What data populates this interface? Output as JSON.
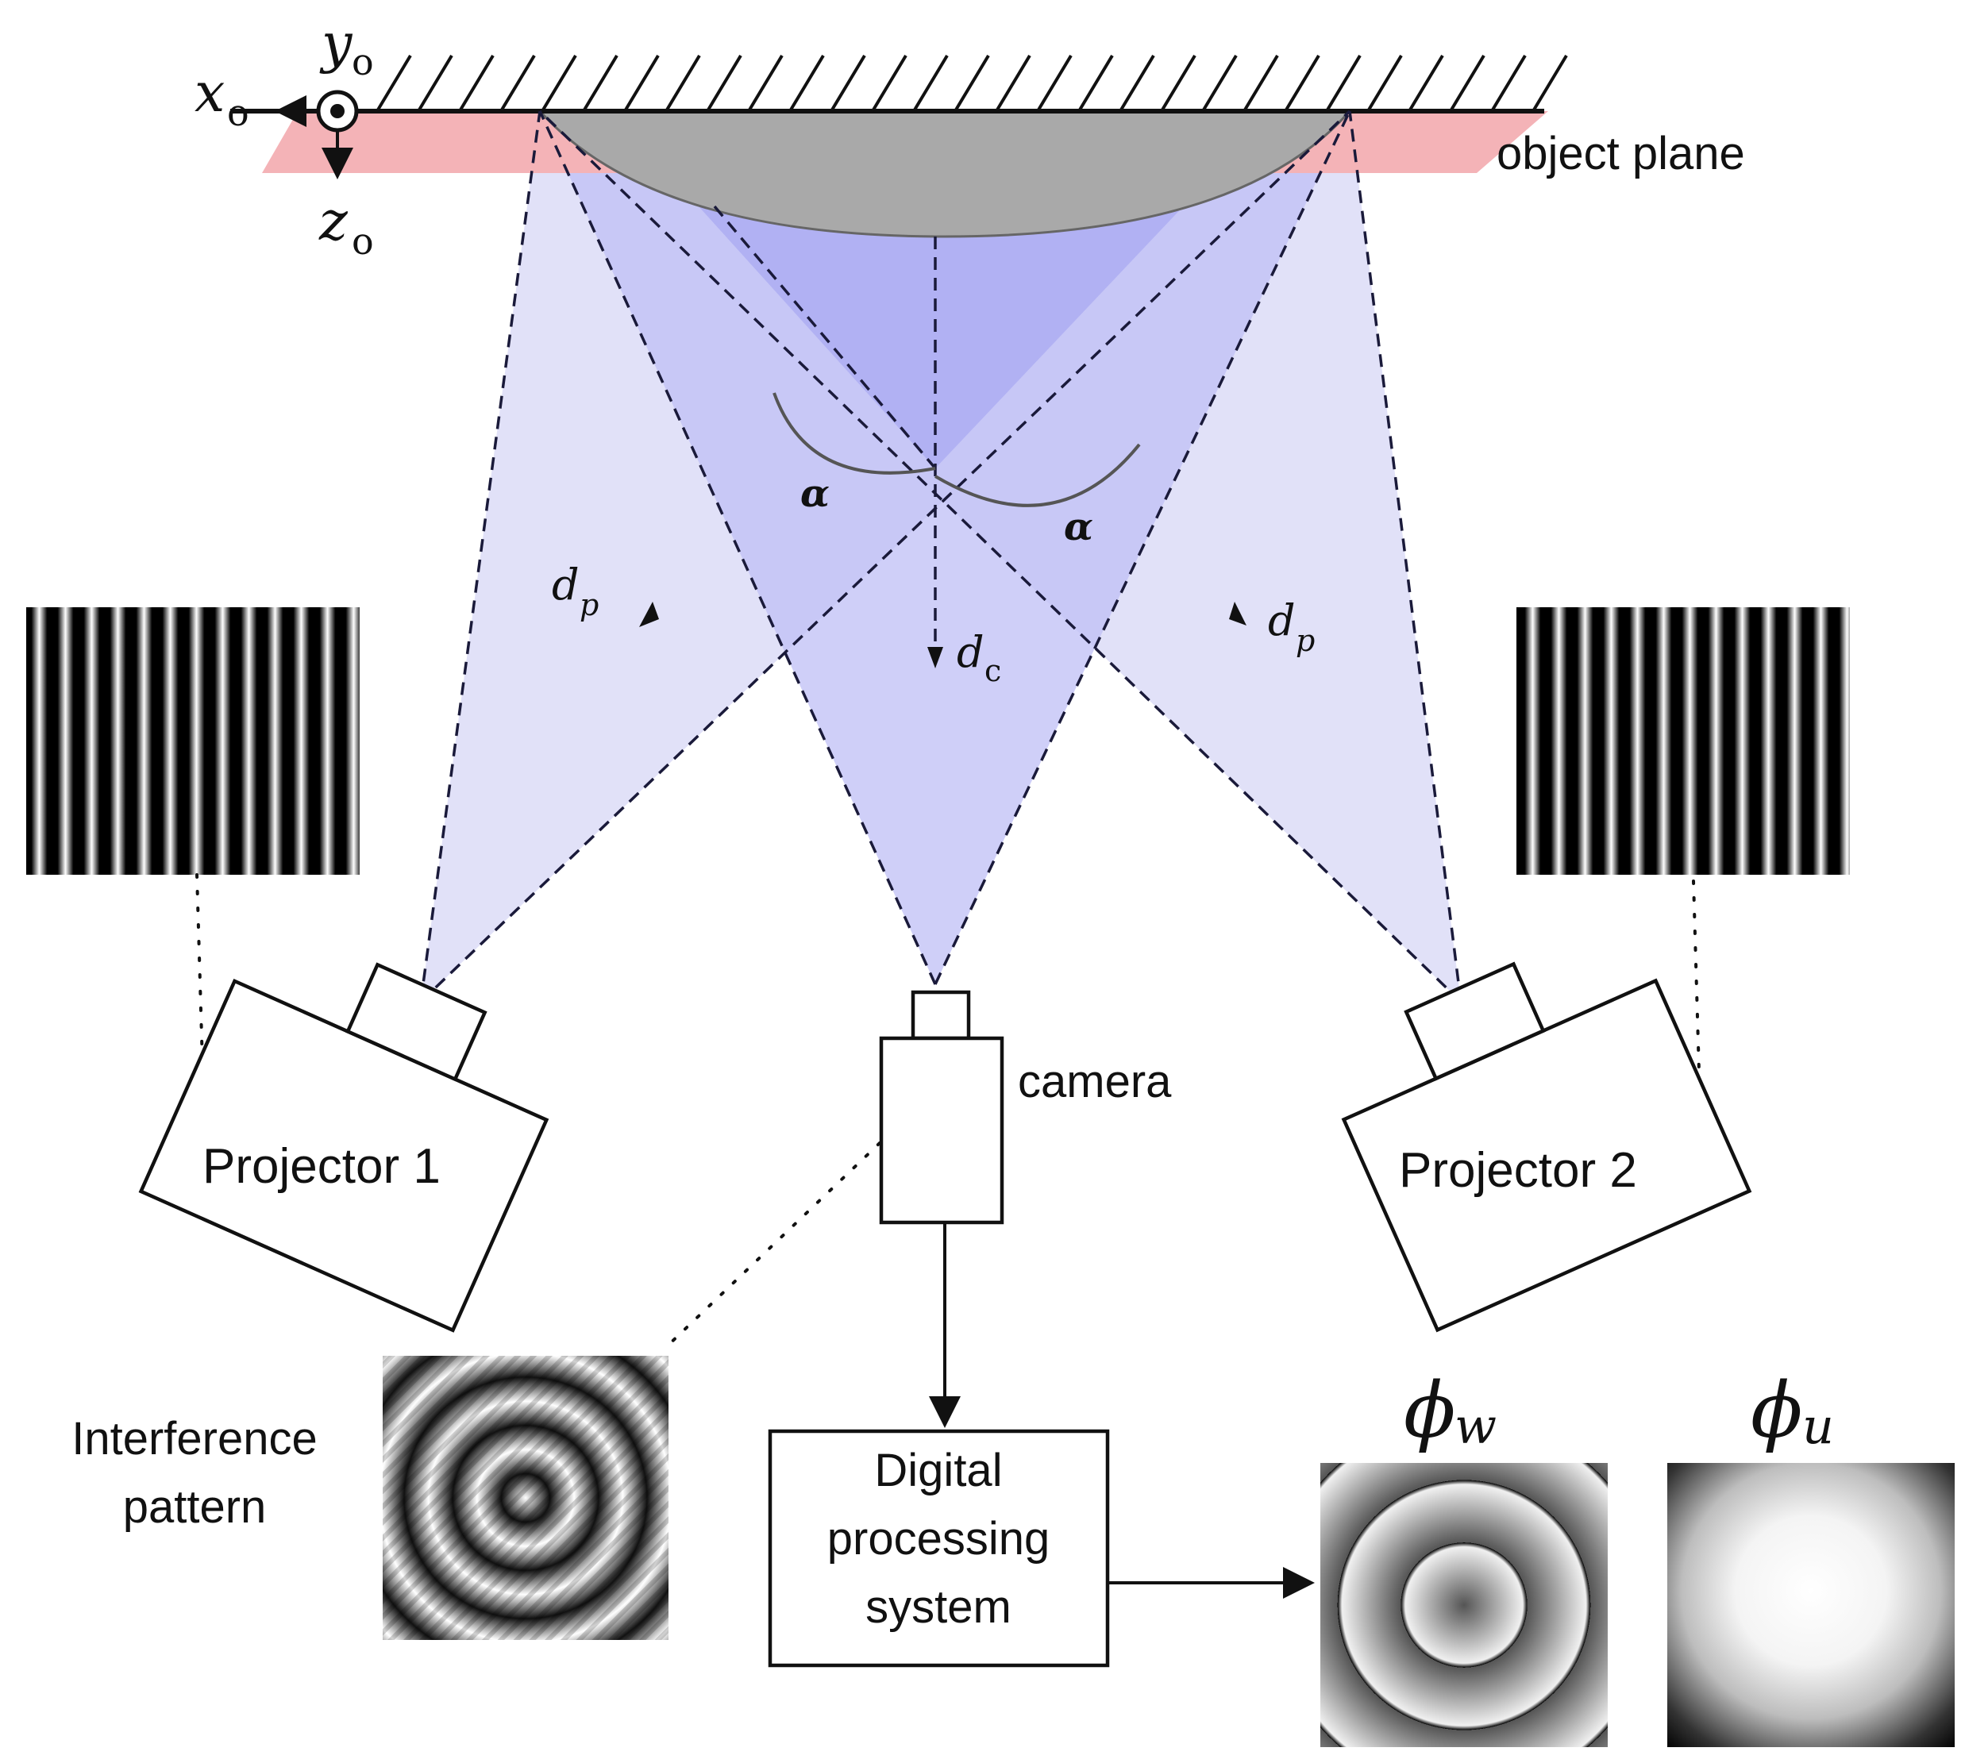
{
  "labels": {
    "object_plane": "object plane",
    "camera": "camera",
    "projector_1": "Projector 1",
    "projector_2": "Projector 2",
    "interference_pattern_line1": "Interference",
    "interference_pattern_line2": "pattern",
    "processing_line1": "Digital",
    "processing_line2": "processing",
    "processing_line3": "system"
  },
  "axes": {
    "x": "x",
    "y": "y",
    "z": "z",
    "sub": "o"
  },
  "symbols": {
    "alpha": "α",
    "d": "d",
    "p_sub": "p",
    "c_sub": "c",
    "phi": "ϕ",
    "w_sub": "w",
    "u_sub": "u"
  },
  "colors": {
    "object_plane": "#f4b3b7",
    "object_surface": "#a9a9a9",
    "beam_light": "#dcdcf7",
    "beam_overlap": "#bfbff5",
    "beam_core": "#a8a8f2"
  }
}
